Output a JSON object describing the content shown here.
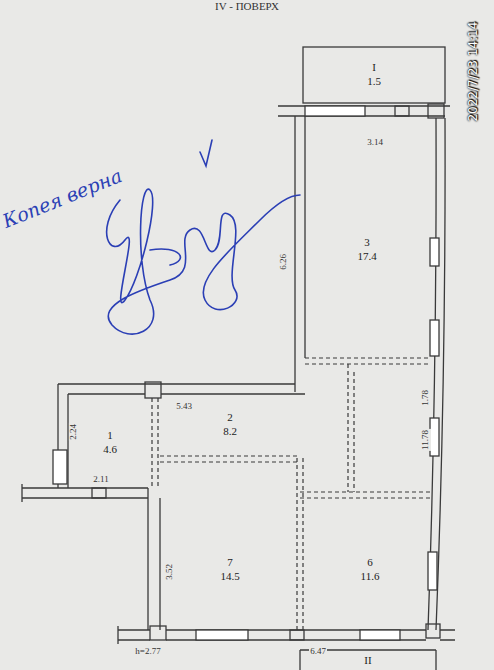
{
  "diagram": {
    "title": "IV - ПОВЕРХ",
    "nodes": [
      {
        "text": [
          "I",
          "1.5"
        ]
      },
      {
        "text": [
          "3",
          "17.4"
        ]
      },
      {
        "text": [
          "2",
          "8.2"
        ]
      },
      {
        "text": [
          "1",
          "4.6"
        ]
      },
      {
        "text": [
          "7",
          "14.5"
        ]
      },
      {
        "text": [
          "6",
          "11.6"
        ]
      },
      {
        "text": [
          "II"
        ]
      }
    ],
    "labels": [
      "3.14",
      "6.26",
      "1.78",
      "11.78",
      "5.43",
      "2.24",
      "2.11",
      "3.52",
      "h=2.77",
      "6.47",
      "Копея верна",
      "2022/7/23 14:14"
    ]
  }
}
